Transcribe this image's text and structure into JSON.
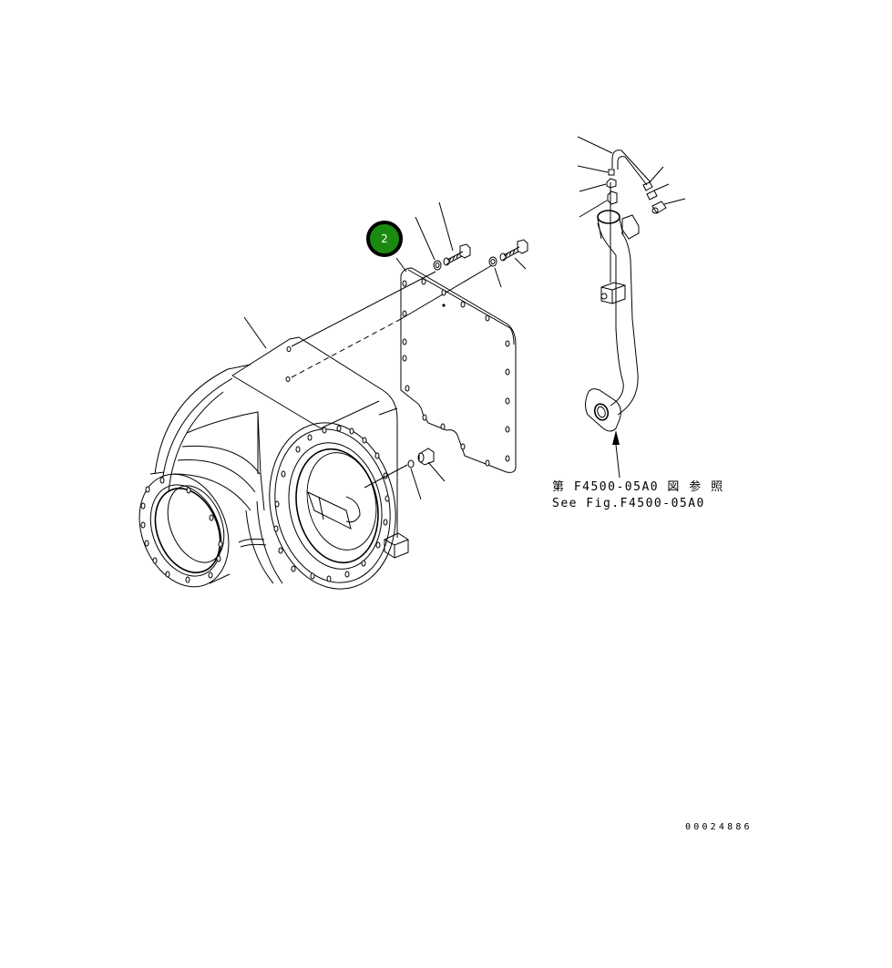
{
  "diagram": {
    "type": "exploded parts catalog illustration",
    "callout": {
      "number": "2",
      "color": "#1a8a10",
      "border": "#000000"
    },
    "reference": {
      "line_jp": "第 F4500-05A0 図 参 照",
      "line_en": "See Fig.F4500-05A0"
    },
    "drawing_number": "00024886",
    "parts": [
      "housing-case",
      "cover-plate",
      "bolt",
      "washer",
      "plug",
      "o-ring",
      "oil-pipe",
      "pipe-clamp-block",
      "pipe-flange",
      "elbow-fitting",
      "connector-fitting",
      "nut",
      "hose-tube"
    ]
  }
}
